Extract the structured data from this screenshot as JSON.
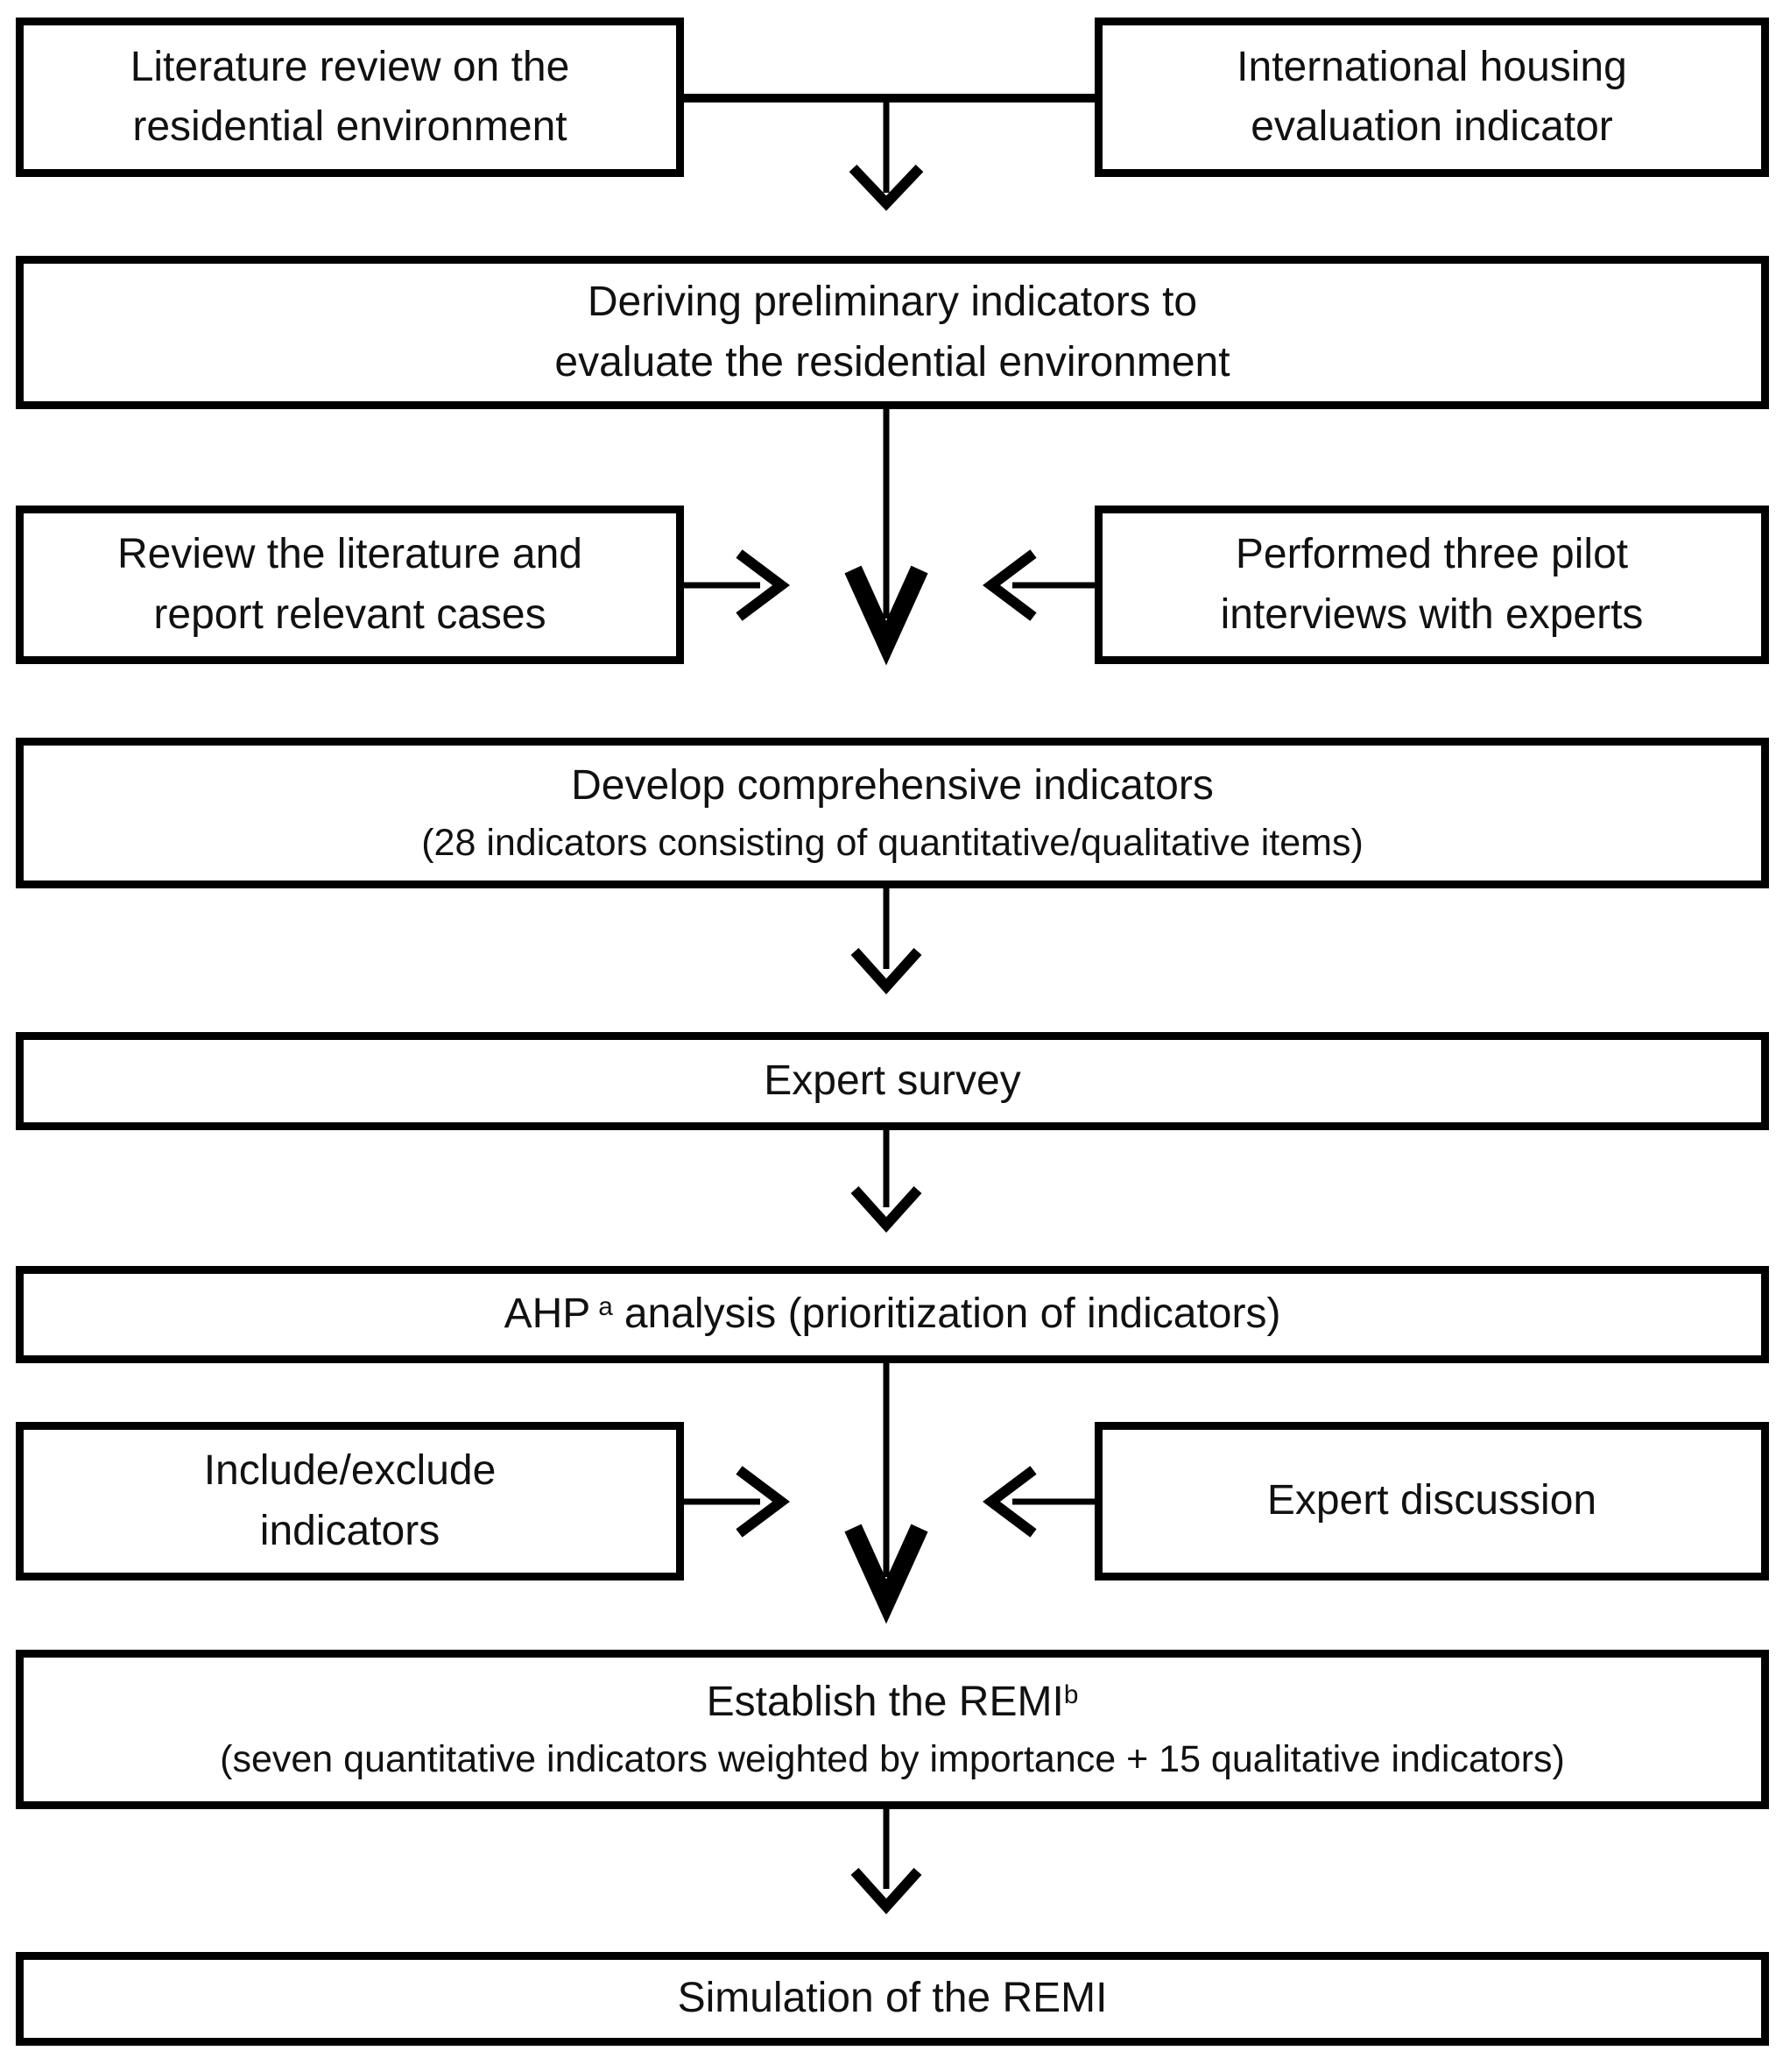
{
  "colors": {
    "stroke": "#000000",
    "background": "#ffffff",
    "text": "#111111"
  },
  "nodes": {
    "literature_review": {
      "lines": [
        "Literature review on the",
        "residential environment"
      ]
    },
    "international_housing": {
      "lines": [
        "International housing",
        "evaluation indicator"
      ]
    },
    "preliminary_indicators": {
      "lines": [
        "Deriving preliminary indicators to",
        "evaluate the residential environment"
      ]
    },
    "review_cases": {
      "lines": [
        "Review the literature and",
        "report relevant cases"
      ]
    },
    "pilot_interviews": {
      "lines": [
        "Performed three pilot",
        "interviews with experts"
      ]
    },
    "develop_comprehensive": {
      "line1": "Develop comprehensive indicators",
      "line2": "(28 indicators consisting of quantitative/qualitative items)"
    },
    "expert_survey": {
      "label": "Expert survey"
    },
    "ahp_analysis": {
      "text_before_sup": "AHP",
      "superscript": "a",
      "text_after_sup": "analysis (prioritization of indicators)"
    },
    "include_exclude": {
      "lines": [
        "Include/exclude",
        "indicators"
      ]
    },
    "expert_discussion": {
      "label": "Expert discussion"
    },
    "establish_remi": {
      "line1": "Establish the REMI",
      "superscript": "b",
      "line2": "(seven quantitative indicators weighted by importance + 15 qualitative indicators)"
    },
    "simulation": {
      "label": "Simulation of the REMI"
    }
  }
}
